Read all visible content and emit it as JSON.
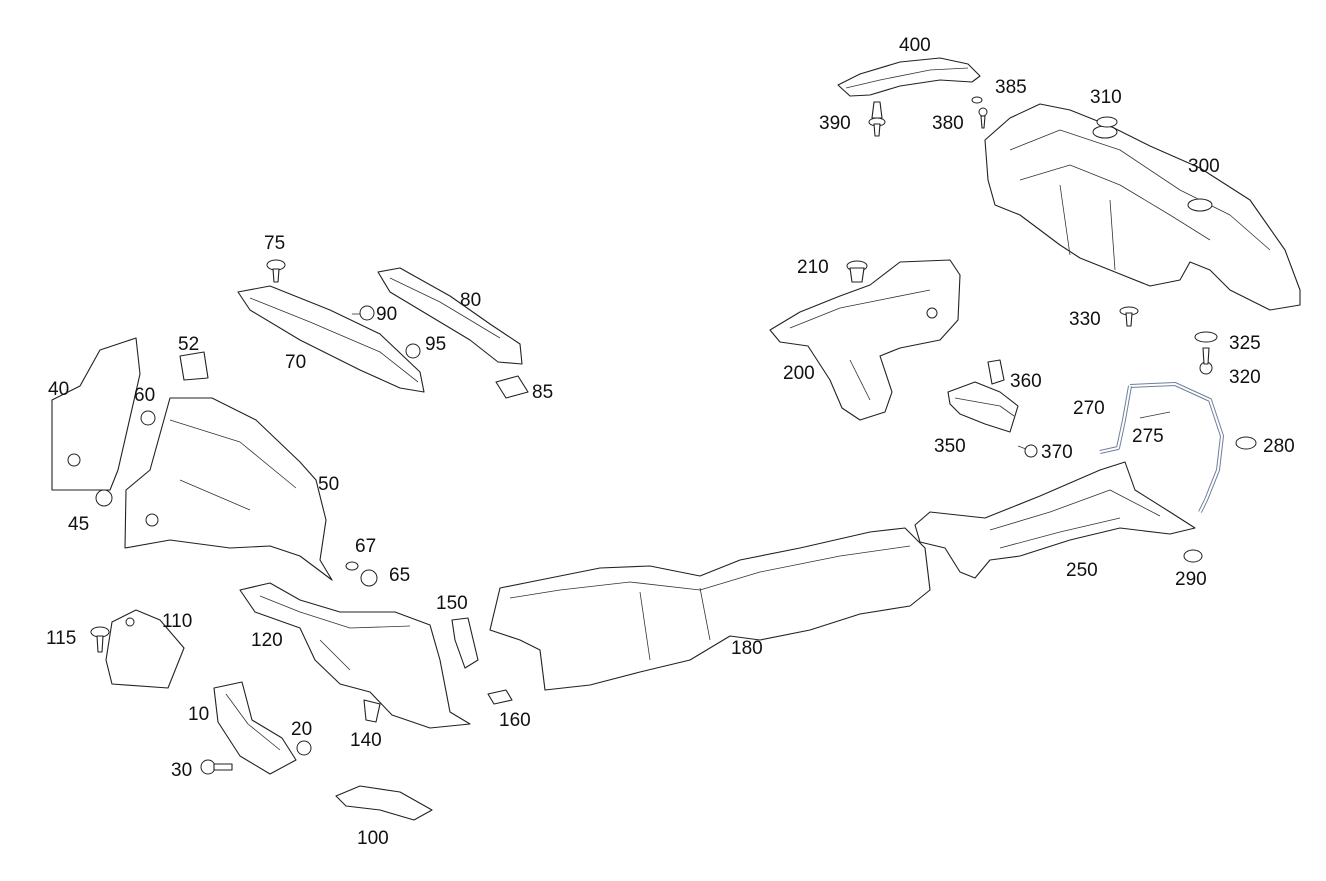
{
  "callouts": {
    "c400": "400",
    "c385": "385",
    "c390": "390",
    "c380": "380",
    "c310": "310",
    "c300": "300",
    "c330": "330",
    "c325": "325",
    "c320": "320",
    "c210": "210",
    "c200": "200",
    "c360": "360",
    "c350": "350",
    "c370": "370",
    "c270": "270",
    "c275": "275",
    "c280": "280",
    "c290": "290",
    "c250": "250",
    "c180": "180",
    "c150": "150",
    "c160": "160",
    "c140": "140",
    "c120": "120",
    "c110": "110",
    "c115": "115",
    "c10": "10",
    "c20": "20",
    "c30": "30",
    "c100": "100",
    "c75": "75",
    "c90": "90",
    "c80": "80",
    "c95": "95",
    "c70": "70",
    "c85": "85",
    "c52": "52",
    "c40": "40",
    "c60": "60",
    "c45": "45",
    "c50": "50",
    "c67": "67",
    "c65": "65"
  },
  "colors": {
    "line": "#222222",
    "bracket": "#6f7f9a",
    "background": "#ffffff"
  }
}
